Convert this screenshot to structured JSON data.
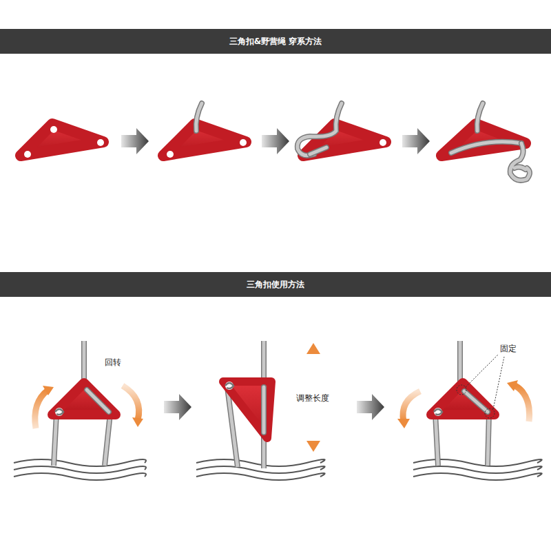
{
  "diagram": {
    "nodes": [
      {
        "text": [
          "三角扣&野营绳 穿系方法"
        ]
      },
      {
        "text": [
          "三角扣使用方法"
        ]
      }
    ],
    "labels": [
      "回转",
      "调整长度",
      "固定"
    ]
  }
}
